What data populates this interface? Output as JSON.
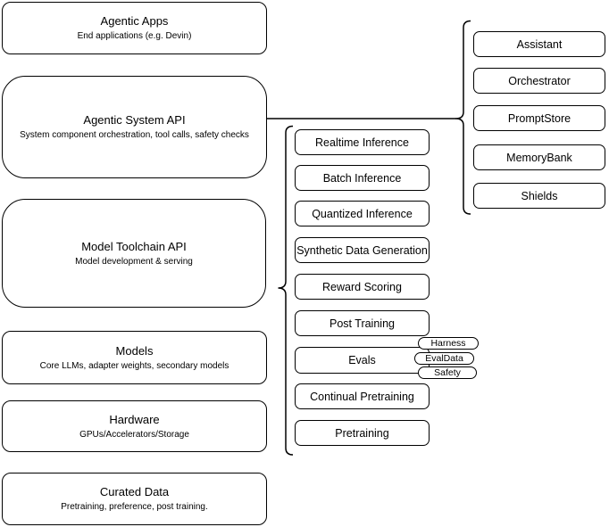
{
  "diagram": {
    "left_stack": [
      {
        "title": "Agentic Apps",
        "subtitle": "End applications (e.g. Devin)"
      },
      {
        "title": "Agentic System API",
        "subtitle": "System component orchestration, tool calls, safety checks"
      },
      {
        "title": "Model Toolchain API",
        "subtitle": "Model development & serving"
      },
      {
        "title": "Models",
        "subtitle": "Core LLMs, adapter weights, secondary models"
      },
      {
        "title": "Hardware",
        "subtitle": "GPUs/Accelerators/Storage"
      },
      {
        "title": "Curated Data",
        "subtitle": "Pretraining, preference, post training."
      }
    ],
    "toolchain": {
      "items": [
        "Realtime Inference",
        "Batch Inference",
        "Quantized Inference",
        "Synthetic Data Generation",
        "Reward Scoring",
        "Post Training",
        "Evals",
        "Continual Pretraining",
        "Pretraining"
      ]
    },
    "eval_badges": [
      "Harness",
      "EvalData",
      "Safety"
    ],
    "system_components": [
      "Assistant",
      "Orchestrator",
      "PromptStore",
      "MemoryBank",
      "Shields"
    ],
    "colors": {
      "stroke": "#000000",
      "fill": "#ffffff",
      "text": "#000000"
    }
  }
}
